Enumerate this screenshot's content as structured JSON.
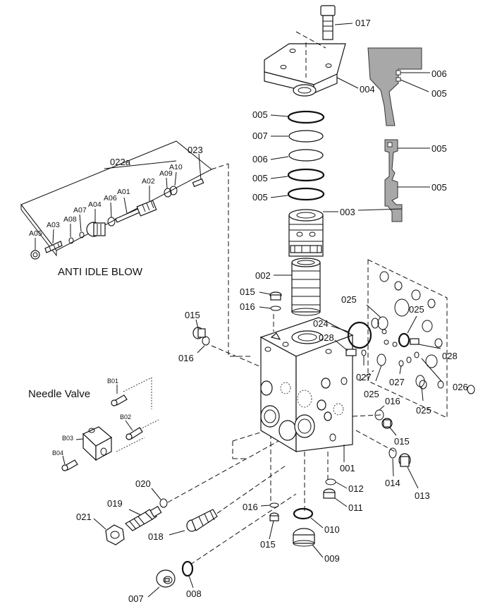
{
  "captions": {
    "anti_idle_blow": "ANTI IDLE BLOW",
    "needle_valve": "Needle Valve"
  },
  "parts": {
    "p001": "001",
    "p002": "002",
    "p003": "003",
    "p004": "004",
    "p005": "005",
    "p006": "006",
    "p007": "007",
    "p008": "008",
    "p009": "009",
    "p010": "010",
    "p011": "011",
    "p012": "012",
    "p013": "013",
    "p014": "014",
    "p015": "015",
    "p016": "016",
    "p017": "017",
    "p018": "018",
    "p019": "019",
    "p020": "020",
    "p021": "021",
    "p022a": "022a",
    "p023": "023",
    "p024": "024",
    "p025": "025",
    "p026": "026",
    "p027": "027",
    "p028": "028"
  },
  "subparts": {
    "a01": "A01",
    "a02": "A02",
    "a03": "A03",
    "a04": "A04",
    "a05": "A05",
    "a06": "A06",
    "a07": "A07",
    "a08": "A08",
    "a09": "A09",
    "a10": "A10",
    "b01": "B01",
    "b02": "B02",
    "b03": "B03",
    "b04": "B04"
  }
}
